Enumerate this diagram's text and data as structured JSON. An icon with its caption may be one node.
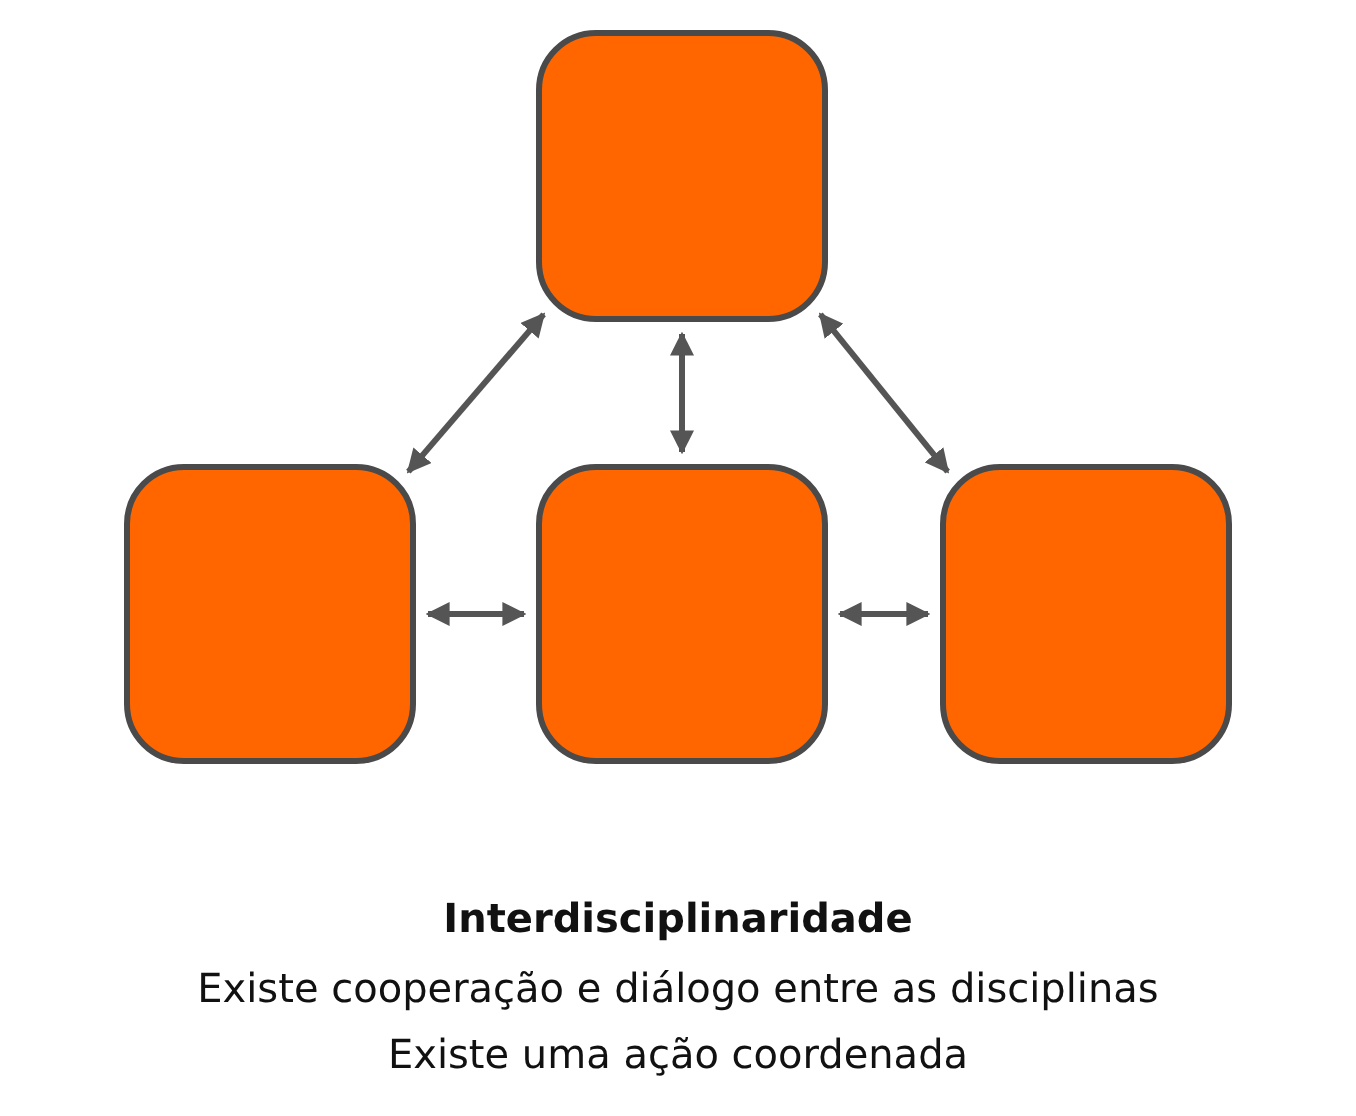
{
  "diagram": {
    "title": "Interdisciplinaridade",
    "nodes": [
      {
        "text": [],
        "shape": "box"
      },
      {
        "text": [],
        "shape": "box"
      },
      {
        "text": [],
        "shape": "box"
      },
      {
        "text": [],
        "shape": "box"
      }
    ],
    "edges": [
      {
        "from": 0,
        "to": 1,
        "arrow": "both"
      },
      {
        "from": 0,
        "to": 2,
        "arrow": "both"
      },
      {
        "from": 0,
        "to": 3,
        "arrow": "both"
      },
      {
        "from": 1,
        "to": 2,
        "arrow": "both"
      },
      {
        "from": 2,
        "to": 3,
        "arrow": "both"
      }
    ],
    "labels": [
      "Existe cooperação e diálogo entre as disciplinas",
      "Existe uma ação coordenada"
    ]
  }
}
